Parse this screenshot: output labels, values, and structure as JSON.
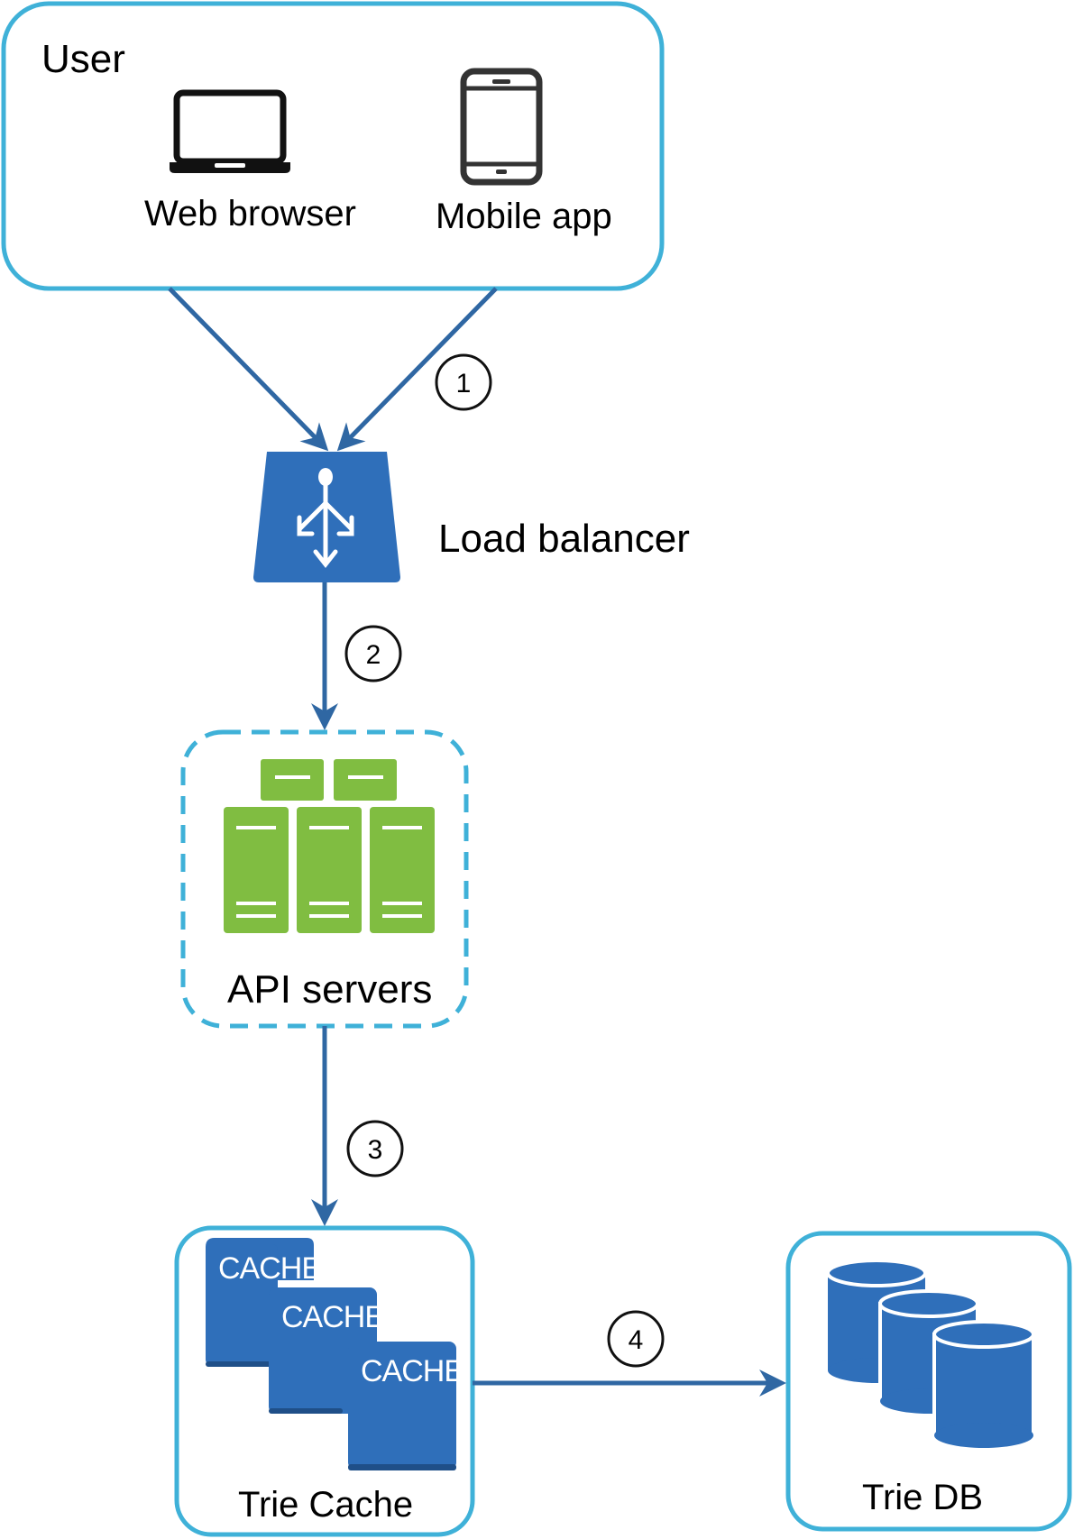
{
  "user": {
    "title": "User",
    "web_browser": "Web browser",
    "mobile_app": "Mobile app"
  },
  "load_balancer": {
    "label": "Load balancer"
  },
  "api_servers": {
    "label": "API servers"
  },
  "trie_cache": {
    "label": "Trie Cache",
    "cache_texts": [
      "CACHE",
      "CACHE",
      "CACHE"
    ]
  },
  "trie_db": {
    "label": "Trie DB"
  },
  "steps": [
    "1",
    "2",
    "3",
    "4"
  ],
  "colors": {
    "box_border": "#3fb1d8",
    "arrow": "#2f67a3",
    "icon_blue": "#2f6fba",
    "server_green": "#80bd41"
  },
  "icons": {
    "laptop": "laptop-icon",
    "phone": "mobile-phone-icon",
    "load_balancer": "load-balancer-icon",
    "servers": "server-rack-icon",
    "database": "database-icon"
  }
}
